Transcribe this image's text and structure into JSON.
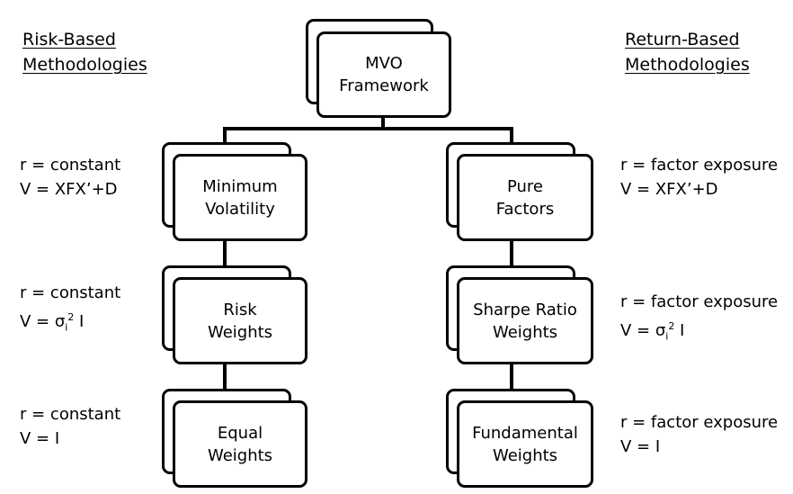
{
  "left_heading": [
    "Risk-Based",
    "Methodologies"
  ],
  "right_heading": [
    "Return-Based",
    "Methodologies"
  ],
  "root": {
    "line1": "MVO",
    "line2": "Framework"
  },
  "left_nodes": [
    {
      "line1": "Minimum",
      "line2": "Volatility"
    },
    {
      "line1": "Risk",
      "line2": "Weights"
    },
    {
      "line1": "Equal",
      "line2": "Weights"
    }
  ],
  "right_nodes": [
    {
      "line1": "Pure",
      "line2": "Factors"
    },
    {
      "line1": "Sharpe Ratio",
      "line2": "Weights"
    },
    {
      "line1": "Fundamental",
      "line2": "Weights"
    }
  ],
  "left_labels": [
    {
      "r": "r = constant",
      "v": "V = XFX’+D"
    },
    {
      "r": "r = constant",
      "v_prefix": "V = σ",
      "v_sub": "i",
      "v_sup": "2",
      "v_suffix": " I"
    },
    {
      "r": "r = constant",
      "v": "V = I"
    }
  ],
  "right_labels": [
    {
      "r": "r = factor exposure",
      "v": "V = XFX’+D"
    },
    {
      "r": "r = factor exposure",
      "v_prefix": "V = σ",
      "v_sub": "i",
      "v_sup": "2",
      "v_suffix": " I"
    },
    {
      "r": "r = factor exposure",
      "v": "V = I"
    }
  ]
}
